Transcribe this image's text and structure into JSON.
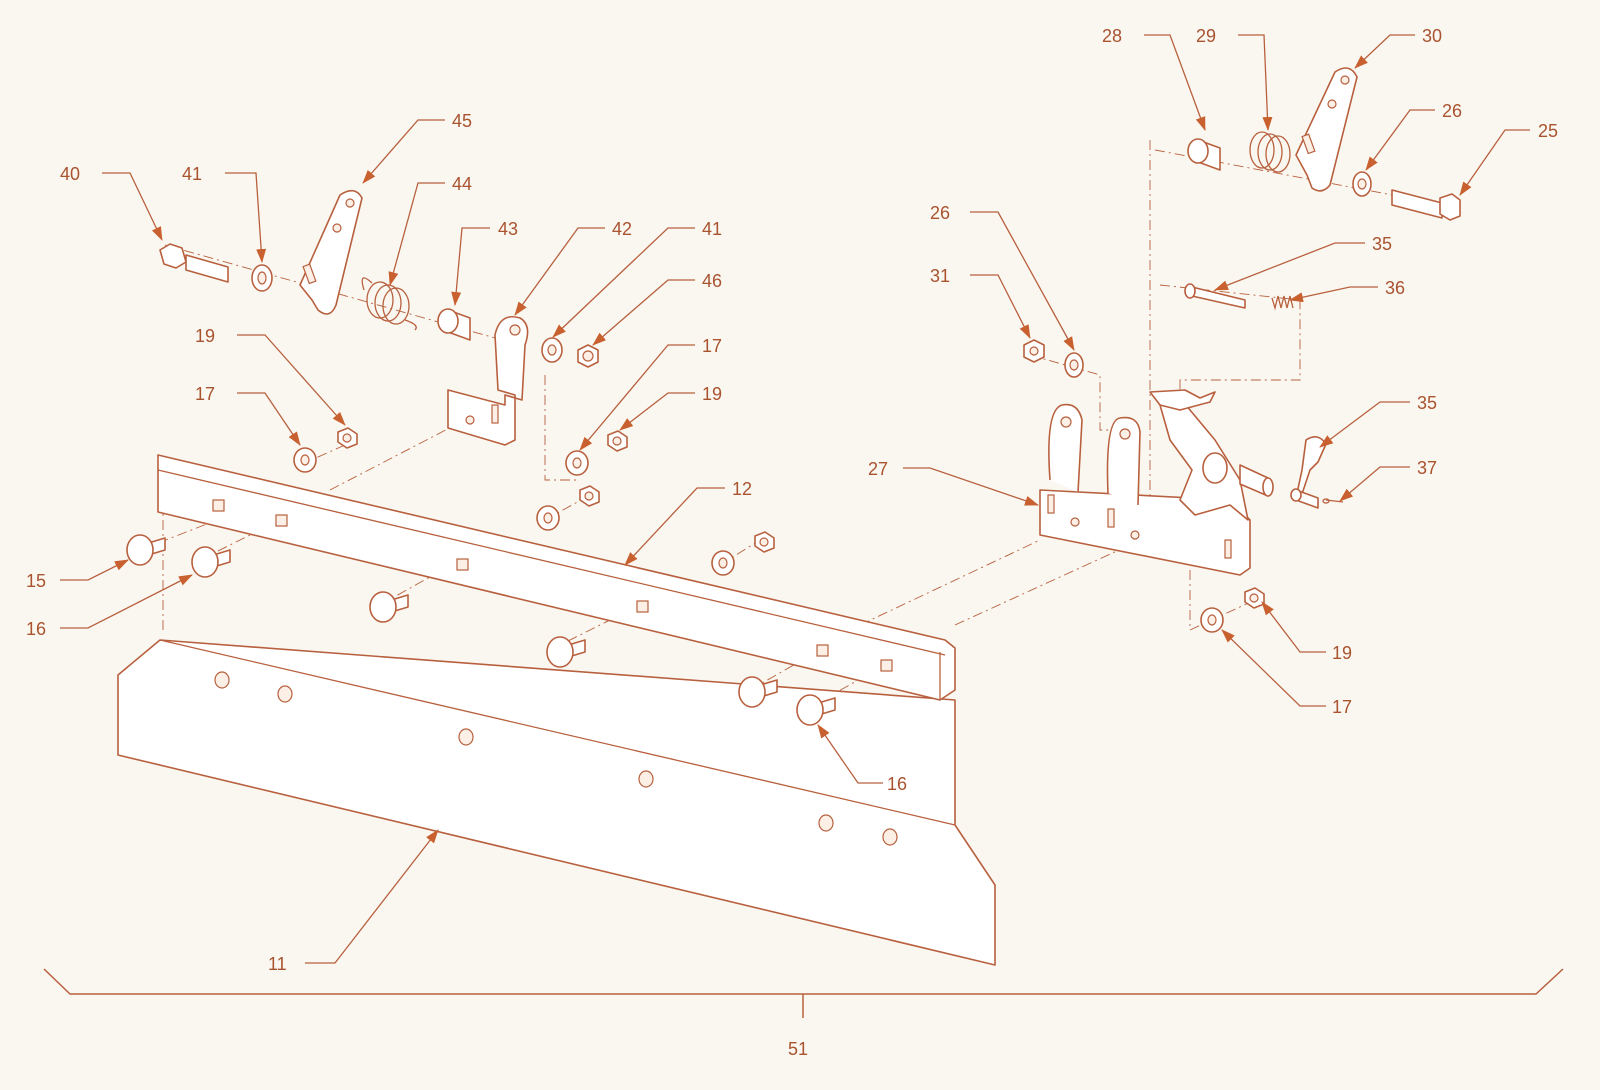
{
  "diagram": {
    "palette": {
      "line": "#b8603e",
      "text": "#a9532f",
      "background": "#faf7f1"
    },
    "callouts": [
      {
        "id": "40",
        "label": "40"
      },
      {
        "id": "41a",
        "label": "41"
      },
      {
        "id": "45",
        "label": "45"
      },
      {
        "id": "44",
        "label": "44"
      },
      {
        "id": "43",
        "label": "43"
      },
      {
        "id": "42",
        "label": "42"
      },
      {
        "id": "41b",
        "label": "41"
      },
      {
        "id": "46",
        "label": "46"
      },
      {
        "id": "19a",
        "label": "19"
      },
      {
        "id": "17a",
        "label": "17"
      },
      {
        "id": "17b",
        "label": "17"
      },
      {
        "id": "19b",
        "label": "19"
      },
      {
        "id": "12",
        "label": "12"
      },
      {
        "id": "15",
        "label": "15"
      },
      {
        "id": "16a",
        "label": "16"
      },
      {
        "id": "16b",
        "label": "16"
      },
      {
        "id": "11",
        "label": "11"
      },
      {
        "id": "51",
        "label": "51"
      },
      {
        "id": "28",
        "label": "28"
      },
      {
        "id": "29",
        "label": "29"
      },
      {
        "id": "30",
        "label": "30"
      },
      {
        "id": "26a",
        "label": "26"
      },
      {
        "id": "25",
        "label": "25"
      },
      {
        "id": "26b",
        "label": "26"
      },
      {
        "id": "31",
        "label": "31"
      },
      {
        "id": "35a",
        "label": "35"
      },
      {
        "id": "36",
        "label": "36"
      },
      {
        "id": "35b",
        "label": "35"
      },
      {
        "id": "37",
        "label": "37"
      },
      {
        "id": "27",
        "label": "27"
      },
      {
        "id": "19c",
        "label": "19"
      },
      {
        "id": "17c",
        "label": "17"
      }
    ]
  }
}
